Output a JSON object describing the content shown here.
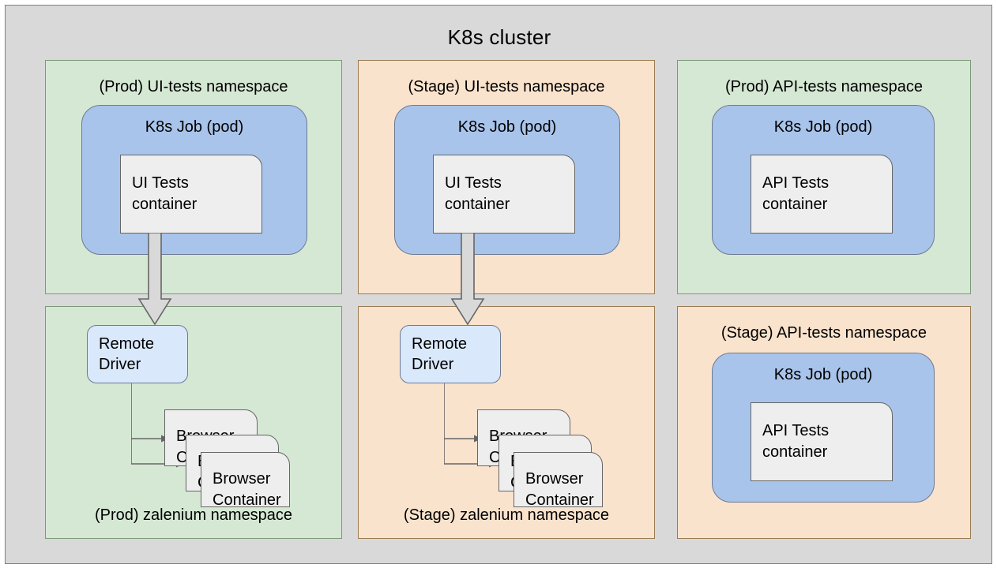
{
  "cluster": {
    "title": "K8s cluster",
    "colors": {
      "cluster_bg": "#d9d9d9",
      "namespace_green": "#d5e8d4",
      "namespace_orange": "#fae3cd",
      "pod_blue": "#a9c4eb",
      "driver_blue": "#dae8fc",
      "container_gray": "#eeeeee",
      "border_gray": "#808080"
    }
  },
  "namespaces": {
    "prod_ui": {
      "label": "(Prod) UI-tests namespace",
      "pod_title": "K8s Job (pod)",
      "container_line1": "UI Tests",
      "container_line2": "container"
    },
    "stage_ui": {
      "label": "(Stage) UI-tests namespace",
      "pod_title": "K8s Job (pod)",
      "container_line1": "UI Tests",
      "container_line2": "container"
    },
    "prod_api": {
      "label": "(Prod) API-tests namespace",
      "pod_title": "K8s Job (pod)",
      "container_line1": "API Tests",
      "container_line2": "container"
    },
    "stage_api": {
      "label": "(Stage) API-tests namespace",
      "pod_title": "K8s Job (pod)",
      "container_line1": "API Tests",
      "container_line2": "container"
    },
    "prod_zalenium": {
      "label": "(Prod) zalenium namespace",
      "driver_line1": "Remote",
      "driver_line2": "Driver",
      "browser_containers": [
        {
          "line1": "Browser",
          "line2": "Container"
        },
        {
          "line1": "Browser",
          "line2": "Container"
        },
        {
          "line1": "Browser",
          "line2": "Container"
        }
      ]
    },
    "stage_zalenium": {
      "label": "(Stage) zalenium namespace",
      "driver_line1": "Remote",
      "driver_line2": "Driver",
      "browser_containers": [
        {
          "line1": "Browser",
          "line2": "Container"
        },
        {
          "line1": "Browser",
          "line2": "Container"
        },
        {
          "line1": "Browser",
          "line2": "Container"
        }
      ]
    }
  }
}
